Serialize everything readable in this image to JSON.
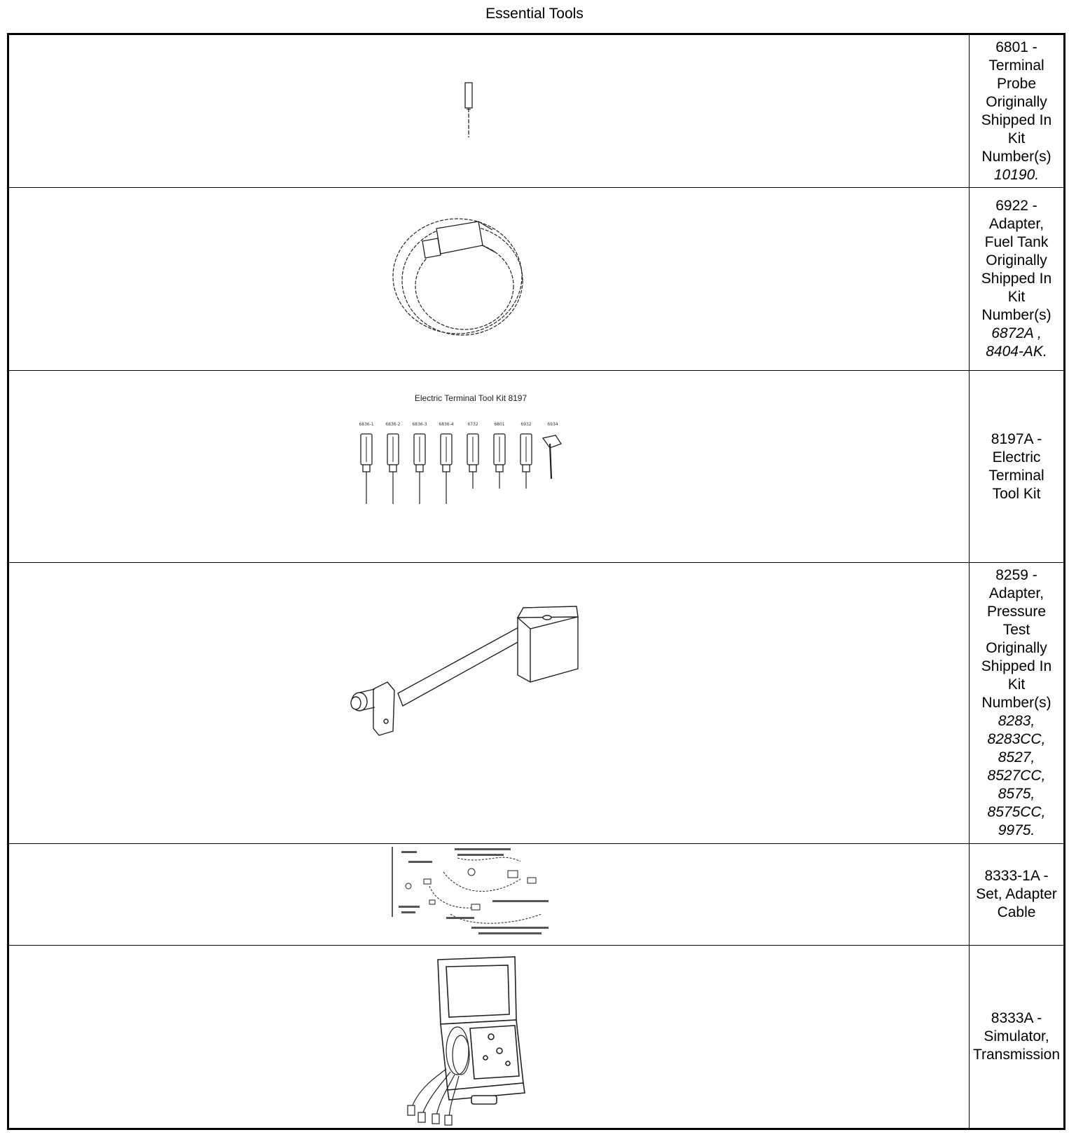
{
  "page_title": "Essential Tools",
  "tools": [
    {
      "icon": "terminal-probe",
      "description_lines": [
        "6801 -",
        "Terminal",
        "Probe",
        "Originally",
        "Shipped In",
        "Kit",
        "Number(s)"
      ],
      "kit_numbers": [
        "10190."
      ]
    },
    {
      "icon": "fuel-tank-adapter",
      "description_lines": [
        "6922 -",
        "Adapter,",
        "Fuel Tank",
        "Originally",
        "Shipped In",
        "Kit",
        "Number(s)"
      ],
      "kit_numbers": [
        "6872A ,",
        "8404-AK."
      ]
    },
    {
      "icon": "electric-terminal-tool-kit",
      "illustration_title": "Electric Terminal Tool  Kit  8197",
      "tool_labels": [
        "6836-1",
        "6836-2",
        "6836-3",
        "6836-4",
        "6732",
        "6801",
        "6932",
        "6934"
      ],
      "description_lines": [
        "8197A -",
        "Electric",
        "Terminal",
        "Tool Kit"
      ],
      "kit_numbers": []
    },
    {
      "icon": "pressure-test-adapter",
      "description_lines": [
        "8259 -",
        "Adapter,",
        "Pressure",
        "Test",
        "Originally",
        "Shipped In",
        "Kit",
        "Number(s)"
      ],
      "kit_numbers": [
        "8283,",
        "8283CC,",
        "8527,",
        "8527CC,",
        "8575,",
        "8575CC,",
        "9975."
      ]
    },
    {
      "icon": "adapter-cable-set",
      "description_lines": [
        "8333-1A -",
        "Set, Adapter",
        "Cable"
      ],
      "kit_numbers": []
    },
    {
      "icon": "transmission-simulator",
      "description_lines": [
        "8333A -",
        "Simulator,",
        "Transmission"
      ],
      "kit_numbers": []
    }
  ]
}
